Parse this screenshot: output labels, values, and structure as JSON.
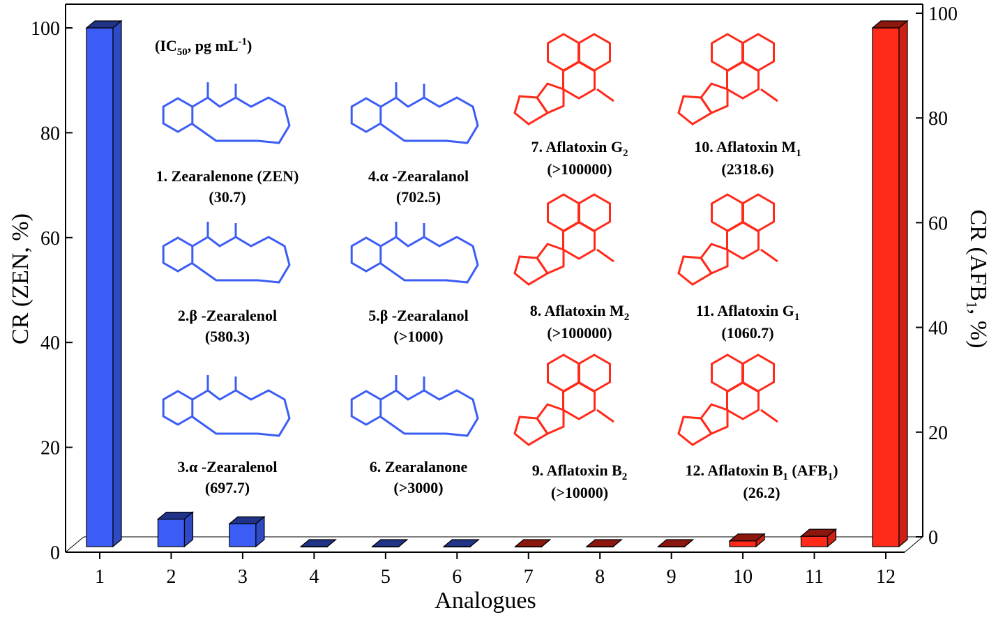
{
  "chart_data": {
    "type": "bar",
    "categories": [
      "1",
      "2",
      "3",
      "4",
      "5",
      "6",
      "7",
      "8",
      "9",
      "10",
      "11",
      "12"
    ],
    "values": [
      100,
      5.3,
      4.4,
      0.0,
      0.0,
      0.0,
      0.0,
      0.0,
      0.0,
      1.1,
      2.0,
      100
    ],
    "colors": [
      "#3b5df5",
      "#3b5df5",
      "#3b5df5",
      "#3b5df5",
      "#3b5df5",
      "#3b5df5",
      "#ff2a1a",
      "#ff2a1a",
      "#ff2a1a",
      "#ff2a1a",
      "#ff2a1a",
      "#ff2a1a"
    ],
    "xlabel": "Analogues",
    "ylabel_left": "CR (ZEN, %)",
    "ylabel_right": "CR (AFB1, %)",
    "ylim": [
      0,
      100
    ],
    "yticks": [
      0,
      20,
      40,
      60,
      80,
      100
    ],
    "grid": false,
    "legend": "none"
  },
  "annotations": {
    "header": "(IC50, pg mL-1)",
    "compounds": [
      {
        "name": "1. Zearalenone (ZEN)",
        "ic50": "(30.7)",
        "color": "#3b5df5"
      },
      {
        "name": "2.β -Zearalenol",
        "ic50": "(580.3)",
        "color": "#3b5df5"
      },
      {
        "name": "3.α -Zearalenol",
        "ic50": "(697.7)",
        "color": "#3b5df5"
      },
      {
        "name": "4.α -Zearalanol",
        "ic50": "(702.5)",
        "color": "#3b5df5"
      },
      {
        "name": "5.β -Zearalanol",
        "ic50": "(>1000)",
        "color": "#3b5df5"
      },
      {
        "name": "6. Zearalanone",
        "ic50": "(>3000)",
        "color": "#3b5df5"
      },
      {
        "name": "7. Aflatoxin G2",
        "ic50": "(>100000)",
        "color": "#ff2a1a"
      },
      {
        "name": "8. Aflatoxin M2",
        "ic50": "(>100000)",
        "color": "#ff2a1a"
      },
      {
        "name": "9. Aflatoxin B2",
        "ic50": "(>10000)",
        "color": "#ff2a1a"
      },
      {
        "name": "10. Aflatoxin M1",
        "ic50": "(2318.6)",
        "color": "#ff2a1a"
      },
      {
        "name": "11. Aflatoxin G1",
        "ic50": "(1060.7)",
        "color": "#ff2a1a"
      },
      {
        "name": "12. Aflatoxin B1 (AFB1)",
        "ic50": "(26.2)",
        "color": "#ff2a1a"
      }
    ]
  }
}
